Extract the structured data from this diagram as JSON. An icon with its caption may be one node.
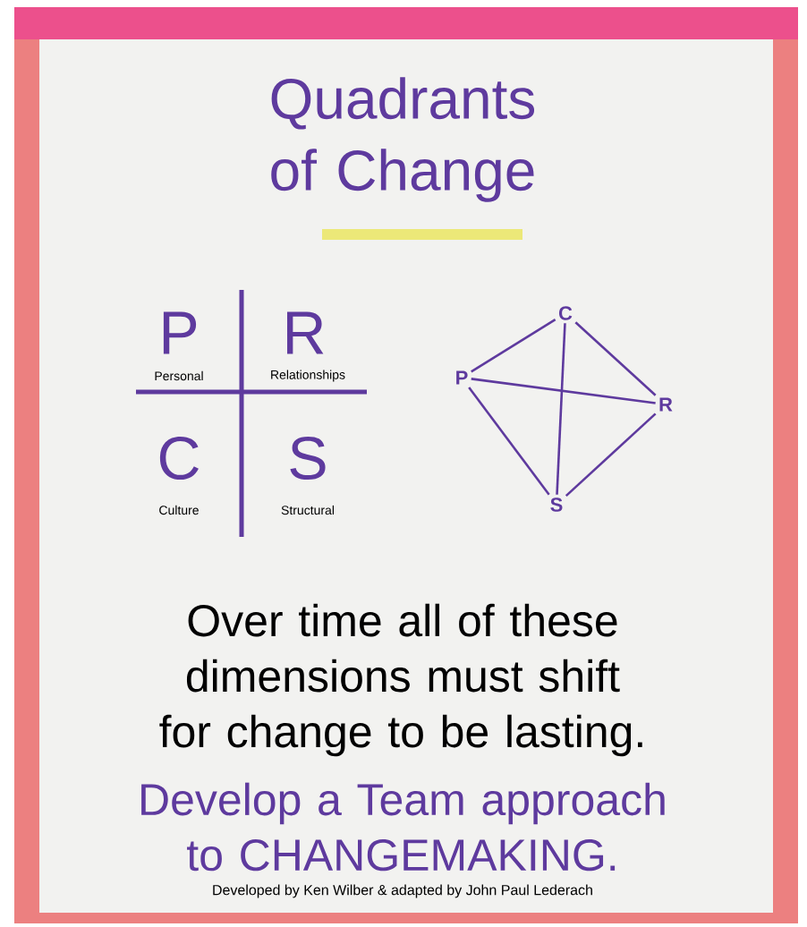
{
  "diagram": {
    "title": "Quadrants of Change",
    "nodes": [
      {
        "text": [
          "C"
        ]
      },
      {
        "text": [
          "P"
        ]
      },
      {
        "text": [
          "R"
        ]
      },
      {
        "text": [
          "S"
        ]
      }
    ],
    "edges": [
      {
        "from": 1,
        "to": 0,
        "arrow": "none"
      },
      {
        "from": 0,
        "to": 2,
        "arrow": "none"
      },
      {
        "from": 2,
        "to": 3,
        "arrow": "none"
      },
      {
        "from": 3,
        "to": 1,
        "arrow": "none"
      },
      {
        "from": 1,
        "to": 2,
        "arrow": "none"
      },
      {
        "from": 0,
        "to": 3,
        "arrow": "none"
      }
    ],
    "labels": [
      "P",
      "R",
      "Personal",
      "Relationships",
      "C",
      "S",
      "Culture",
      "Structural",
      "Over time all of these dimensions must shift for change to be lasting.",
      "Develop a Team approach to CHANGEMAKING.",
      "Developed by Ken Wilber & adapted by John Paul Lederach"
    ]
  }
}
